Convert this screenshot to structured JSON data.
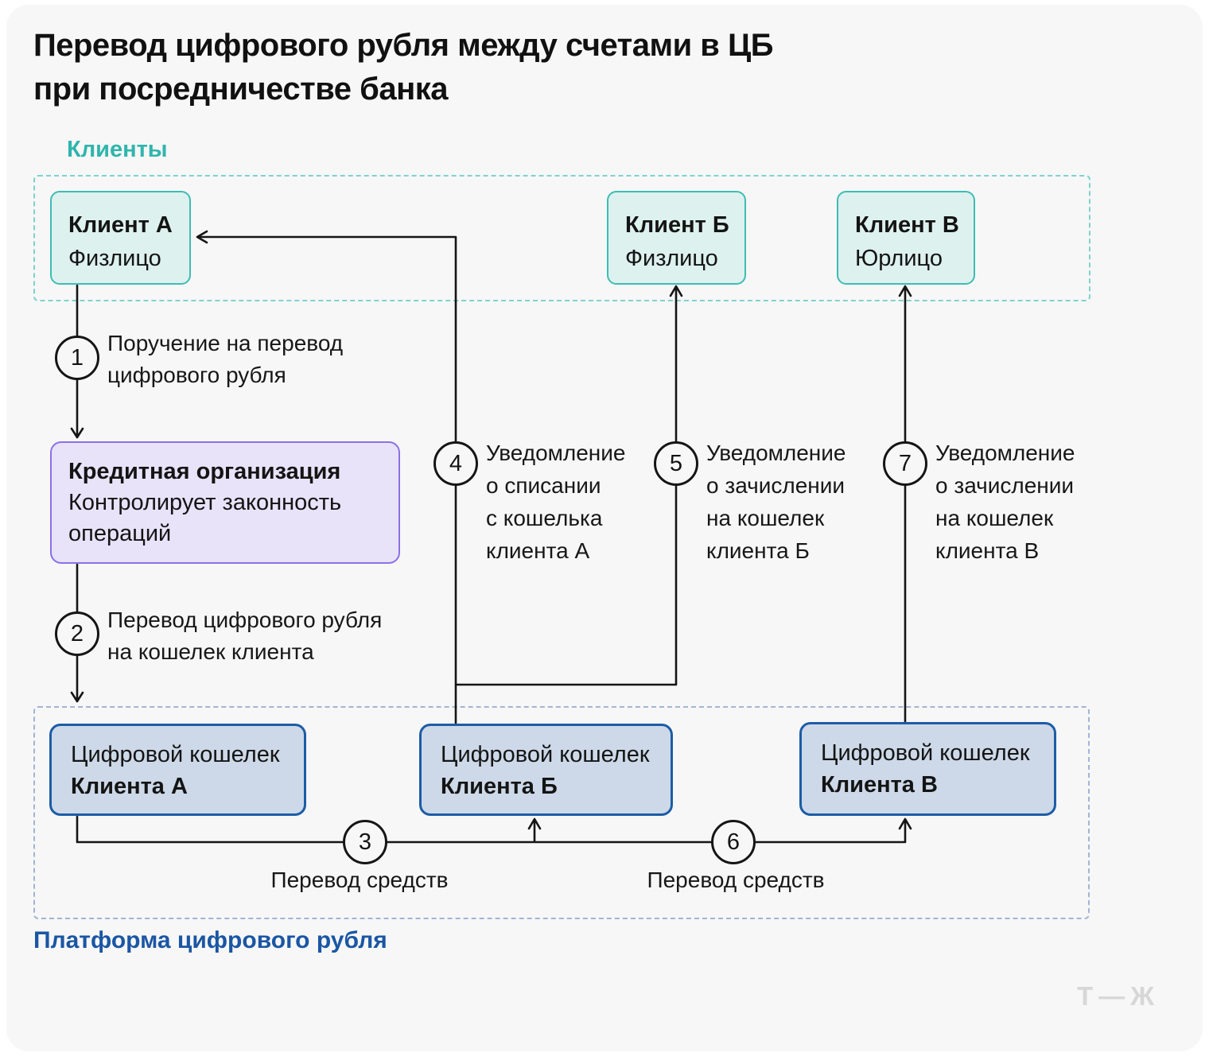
{
  "title": "Перевод цифрового рубля между счетами в ЦБ\nпри посредничестве банка",
  "groups": {
    "clients": {
      "label": "Клиенты"
    },
    "platform": {
      "label": "Платформа цифрового рубля"
    }
  },
  "nodes": {
    "client_a": {
      "line1": "Клиент А",
      "line2": "Физлицо"
    },
    "client_b": {
      "line1": "Клиент Б",
      "line2": "Физлицо"
    },
    "client_v": {
      "line1": "Клиент В",
      "line2": "Юрлицо"
    },
    "bank": {
      "line1": "Кредитная организация",
      "line2": "Контролирует законность операций"
    },
    "wallet_a": {
      "line1": "Цифровой кошелек",
      "line2": "Клиента А"
    },
    "wallet_b": {
      "line1": "Цифровой кошелек",
      "line2": "Клиента Б"
    },
    "wallet_v": {
      "line1": "Цифровой кошелек",
      "line2": "Клиента В"
    }
  },
  "steps": [
    {
      "num": "1",
      "label": "Поручение на перевод\nцифрового рубля"
    },
    {
      "num": "2",
      "label": "Перевод цифрового рубля\nна кошелек клиента"
    },
    {
      "num": "3",
      "label": "Перевод средств"
    },
    {
      "num": "4",
      "label": "Уведомление\nо списании\nс кошелька\nклиента А"
    },
    {
      "num": "5",
      "label": "Уведомление\nо зачислении\nна кошелек\nклиента Б"
    },
    {
      "num": "6",
      "label": "Перевод средств"
    },
    {
      "num": "7",
      "label": "Уведомление\nо зачислении\nна кошелек\nклиента В"
    }
  ],
  "logo": {
    "text": "Т—Ж"
  },
  "colors": {
    "card_bg": "#f7f7f7",
    "clients_accent": "#2fb5ad",
    "clients_dash": "#7fd2cc",
    "client_box_bg": "#ddf1ee",
    "client_box_border": "#3fbcb4",
    "bank_box_bg": "#e8e3f9",
    "bank_box_border": "#8a71e6",
    "wallet_box_bg": "#cdd9e8",
    "wallet_box_border": "#1d5ca5",
    "platform_accent": "#1b56a4",
    "platform_dash": "#9fb6d6",
    "line": "#151515",
    "logo": "#d7d7d7"
  }
}
